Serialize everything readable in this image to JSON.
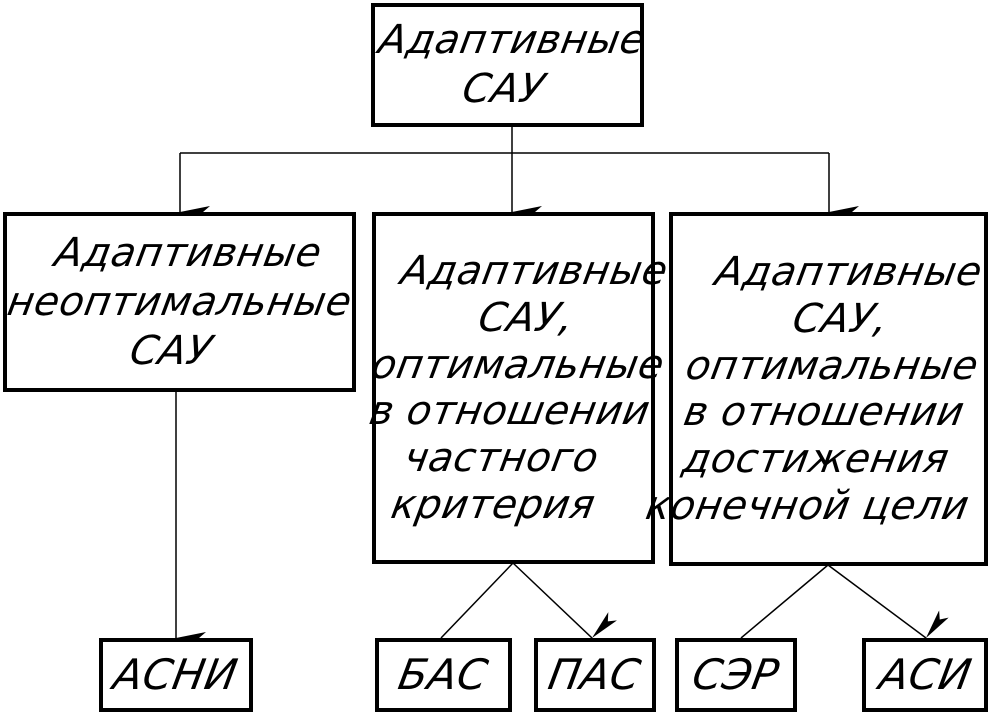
{
  "diagram": {
    "root": {
      "lines": [
        "Адаптивные",
        "САУ"
      ]
    },
    "categories": [
      {
        "lines": [
          "Адаптивные",
          "неоптимальные",
          "САУ"
        ]
      },
      {
        "lines": [
          "Адаптивные",
          "САУ,",
          "оптимальные",
          "в отношении",
          "частного",
          "критерия"
        ]
      },
      {
        "lines": [
          "Адаптивные",
          "САУ,",
          "оптимальные",
          "в отношении",
          "достижения",
          "конечной цели"
        ]
      }
    ],
    "leaves": [
      {
        "label": "АСНИ"
      },
      {
        "label": "БАС"
      },
      {
        "label": "ПАС"
      },
      {
        "label": "СЭР"
      },
      {
        "label": "АСИ"
      }
    ]
  }
}
